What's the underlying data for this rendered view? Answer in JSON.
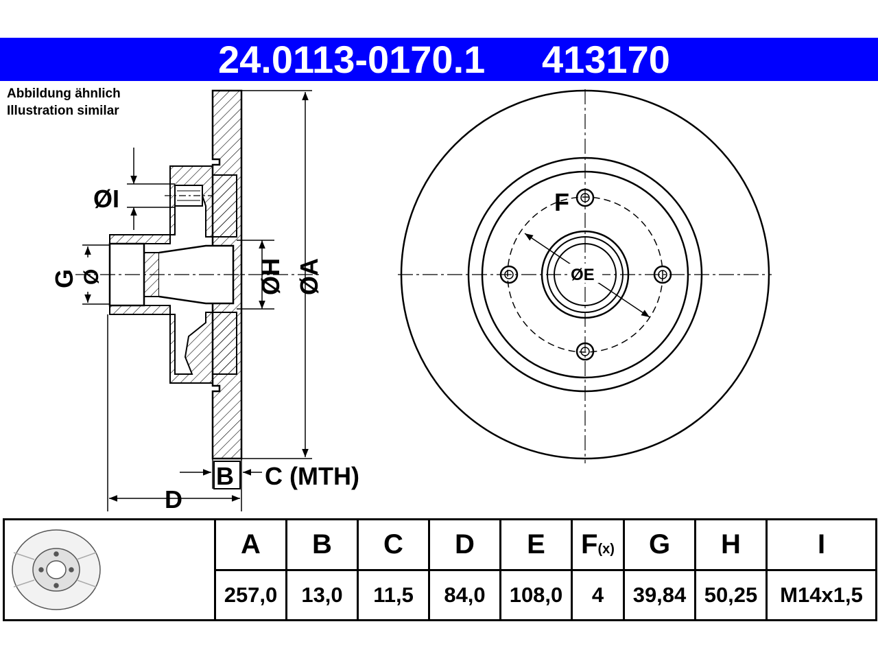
{
  "header": {
    "part_number": "24.0113-0170.1",
    "ref_number": "413170",
    "accent": "#0000ff"
  },
  "notes": {
    "line1": "Abbildung ähnlich",
    "line2": "Illustration similar"
  },
  "drawing_labels": {
    "dia_i": "ØI",
    "g": "G",
    "dia_g": "Ø",
    "dia_h": "ØH",
    "dia_a": "ØA",
    "b": "B",
    "c_mth": "C (MTH)",
    "d": "D",
    "f": "F",
    "dia_e": "ØE"
  },
  "spec_table": {
    "columns": [
      {
        "key": "A",
        "header": "A",
        "value": "257,0"
      },
      {
        "key": "B",
        "header": "B",
        "value": "13,0"
      },
      {
        "key": "C",
        "header": "C",
        "value": "11,5"
      },
      {
        "key": "D",
        "header": "D",
        "value": "84,0"
      },
      {
        "key": "E",
        "header": "E",
        "value": "108,0"
      },
      {
        "key": "F",
        "header": "F",
        "header_suffix": "(x)",
        "value": "4"
      },
      {
        "key": "G",
        "header": "G",
        "value": "39,84"
      },
      {
        "key": "H",
        "header": "H",
        "value": "50,25"
      },
      {
        "key": "I",
        "header": "I",
        "value": "M14x1,5"
      }
    ]
  },
  "icons": {
    "thumbnail": "brake-disc-thumbnail-icon"
  }
}
